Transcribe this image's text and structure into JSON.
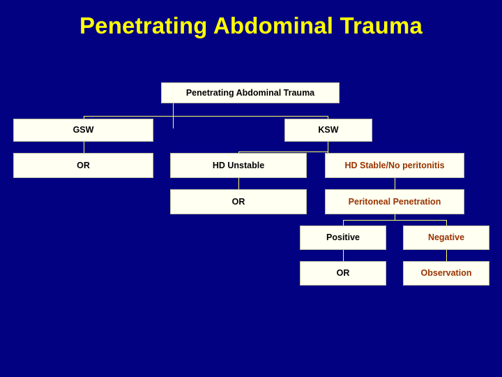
{
  "slide": {
    "title": "Penetrating Abdominal Trauma",
    "title_color": "#FFFF00",
    "background_color": "#010182",
    "connector_color": "#FFFF66",
    "node_fill": "#FFFFF2",
    "node_text_color": "#000000",
    "node_accent_text_color": "#993300"
  },
  "chart_data": {
    "type": "flowchart",
    "title": "Penetrating Abdominal Trauma",
    "nodes": [
      {
        "id": "root",
        "label": "Penetrating Abdominal Trauma",
        "style": "black"
      },
      {
        "id": "gsw",
        "label": "GSW",
        "style": "black"
      },
      {
        "id": "ksw",
        "label": "KSW",
        "style": "black"
      },
      {
        "id": "gsw_or",
        "label": "OR",
        "style": "black"
      },
      {
        "id": "hd_unstable",
        "label": "HD Unstable",
        "style": "black"
      },
      {
        "id": "hd_stable",
        "label": "HD Stable/No peritonitis",
        "style": "red"
      },
      {
        "id": "unstable_or",
        "label": "OR",
        "style": "black"
      },
      {
        "id": "peritoneal",
        "label": "Peritoneal Penetration",
        "style": "red"
      },
      {
        "id": "positive",
        "label": "Positive",
        "style": "black"
      },
      {
        "id": "negative",
        "label": "Negative",
        "style": "red"
      },
      {
        "id": "pos_or",
        "label": "OR",
        "style": "black"
      },
      {
        "id": "observation",
        "label": "Observation",
        "style": "red"
      }
    ],
    "edges": [
      {
        "from": "root",
        "to": "gsw"
      },
      {
        "from": "root",
        "to": "ksw"
      },
      {
        "from": "gsw",
        "to": "gsw_or"
      },
      {
        "from": "ksw",
        "to": "hd_unstable"
      },
      {
        "from": "ksw",
        "to": "hd_stable"
      },
      {
        "from": "hd_unstable",
        "to": "unstable_or"
      },
      {
        "from": "hd_stable",
        "to": "peritoneal"
      },
      {
        "from": "peritoneal",
        "to": "positive"
      },
      {
        "from": "peritoneal",
        "to": "negative"
      },
      {
        "from": "positive",
        "to": "pos_or"
      },
      {
        "from": "negative",
        "to": "observation"
      }
    ]
  }
}
